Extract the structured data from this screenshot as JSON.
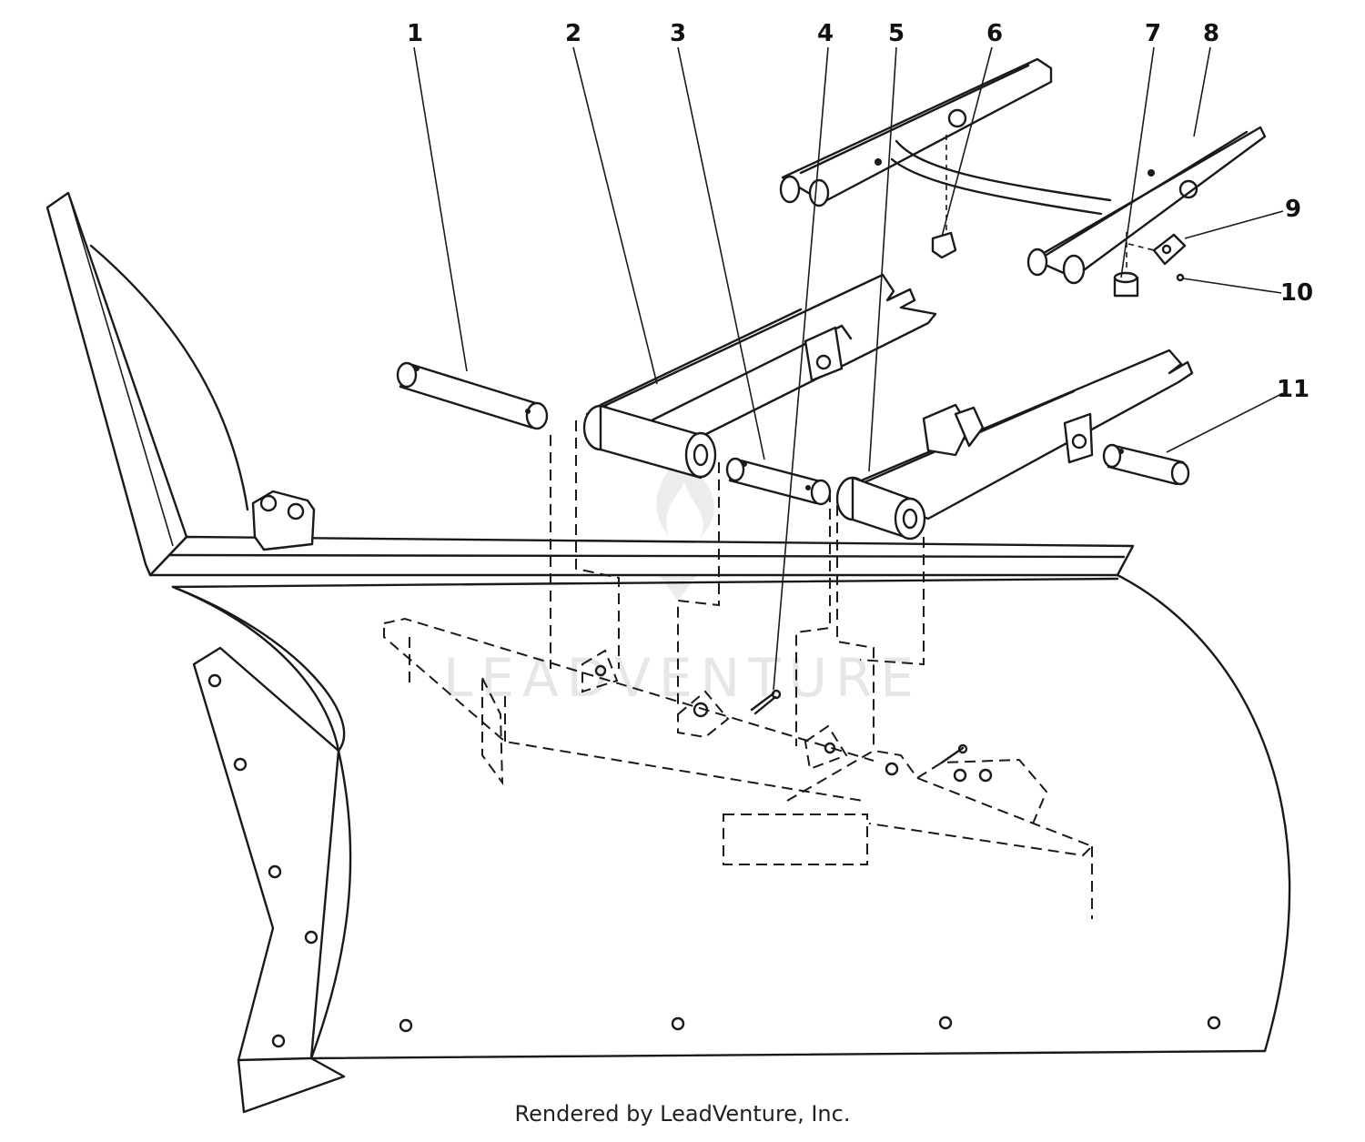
{
  "diagram": {
    "callouts": [
      {
        "id": "callout-1",
        "text": "1"
      },
      {
        "id": "callout-2",
        "text": "2"
      },
      {
        "id": "callout-3",
        "text": "3"
      },
      {
        "id": "callout-4",
        "text": "4"
      },
      {
        "id": "callout-5",
        "text": "5"
      },
      {
        "id": "callout-6",
        "text": "6"
      },
      {
        "id": "callout-7",
        "text": "7"
      },
      {
        "id": "callout-8",
        "text": "8"
      },
      {
        "id": "callout-9",
        "text": "9"
      },
      {
        "id": "callout-10",
        "text": "10"
      },
      {
        "id": "callout-11",
        "text": "11"
      }
    ],
    "watermark": "LEADVENTURE",
    "footer": "Rendered by LeadVenture, Inc."
  },
  "colors": {
    "ink": "#1a1a1a",
    "background": "#ffffff",
    "watermark": "#e6e6e6"
  }
}
